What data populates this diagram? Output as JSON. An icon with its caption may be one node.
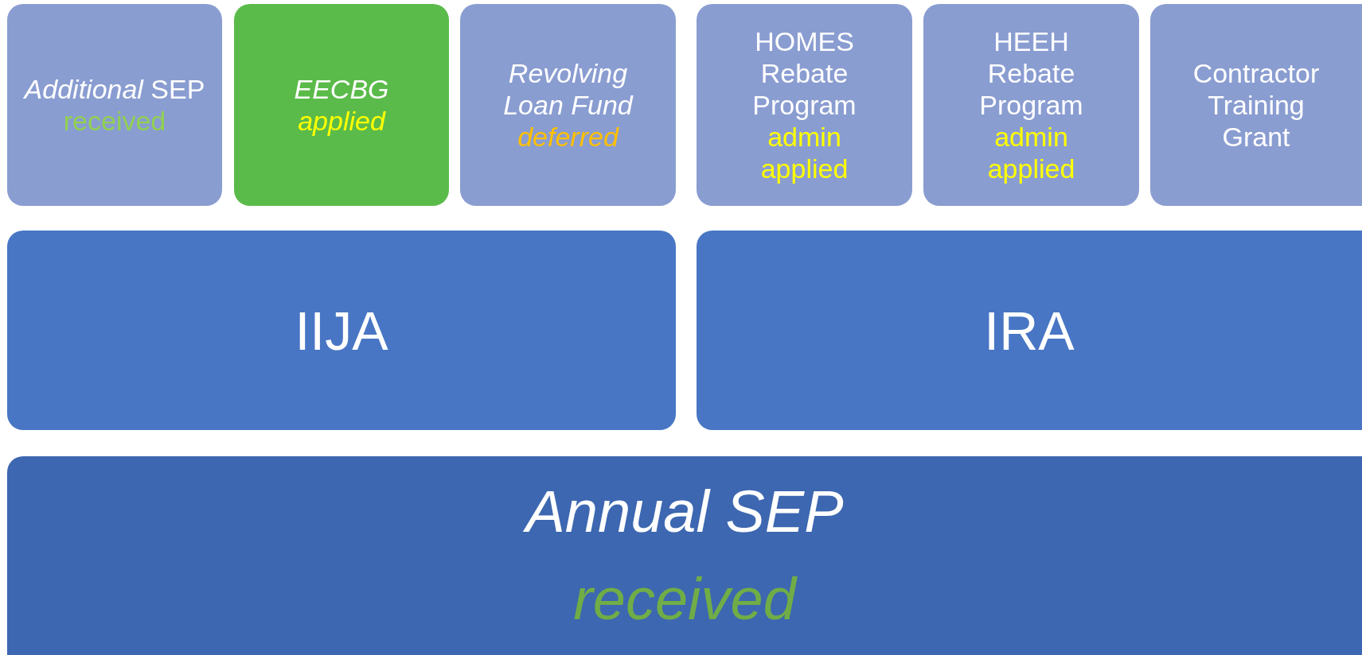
{
  "diagram": {
    "nodes": [
      {
        "text": [
          "*Additional* SEP",
          "received"
        ]
      },
      {
        "text": [
          "EECBG",
          "applied"
        ]
      },
      {
        "text": [
          "Revolving Loan Fund",
          "deferred"
        ]
      },
      {
        "text": [
          "HOMES Rebate Program",
          "admin applied"
        ]
      },
      {
        "text": [
          "HEEH Rebate Program",
          "admin applied"
        ]
      },
      {
        "text": [
          "Contractor Training Grant"
        ]
      },
      {
        "text": [
          "IIJA"
        ]
      },
      {
        "text": [
          "IRA"
        ]
      },
      {
        "text": [
          "Annual SEP",
          "received"
        ]
      }
    ]
  }
}
